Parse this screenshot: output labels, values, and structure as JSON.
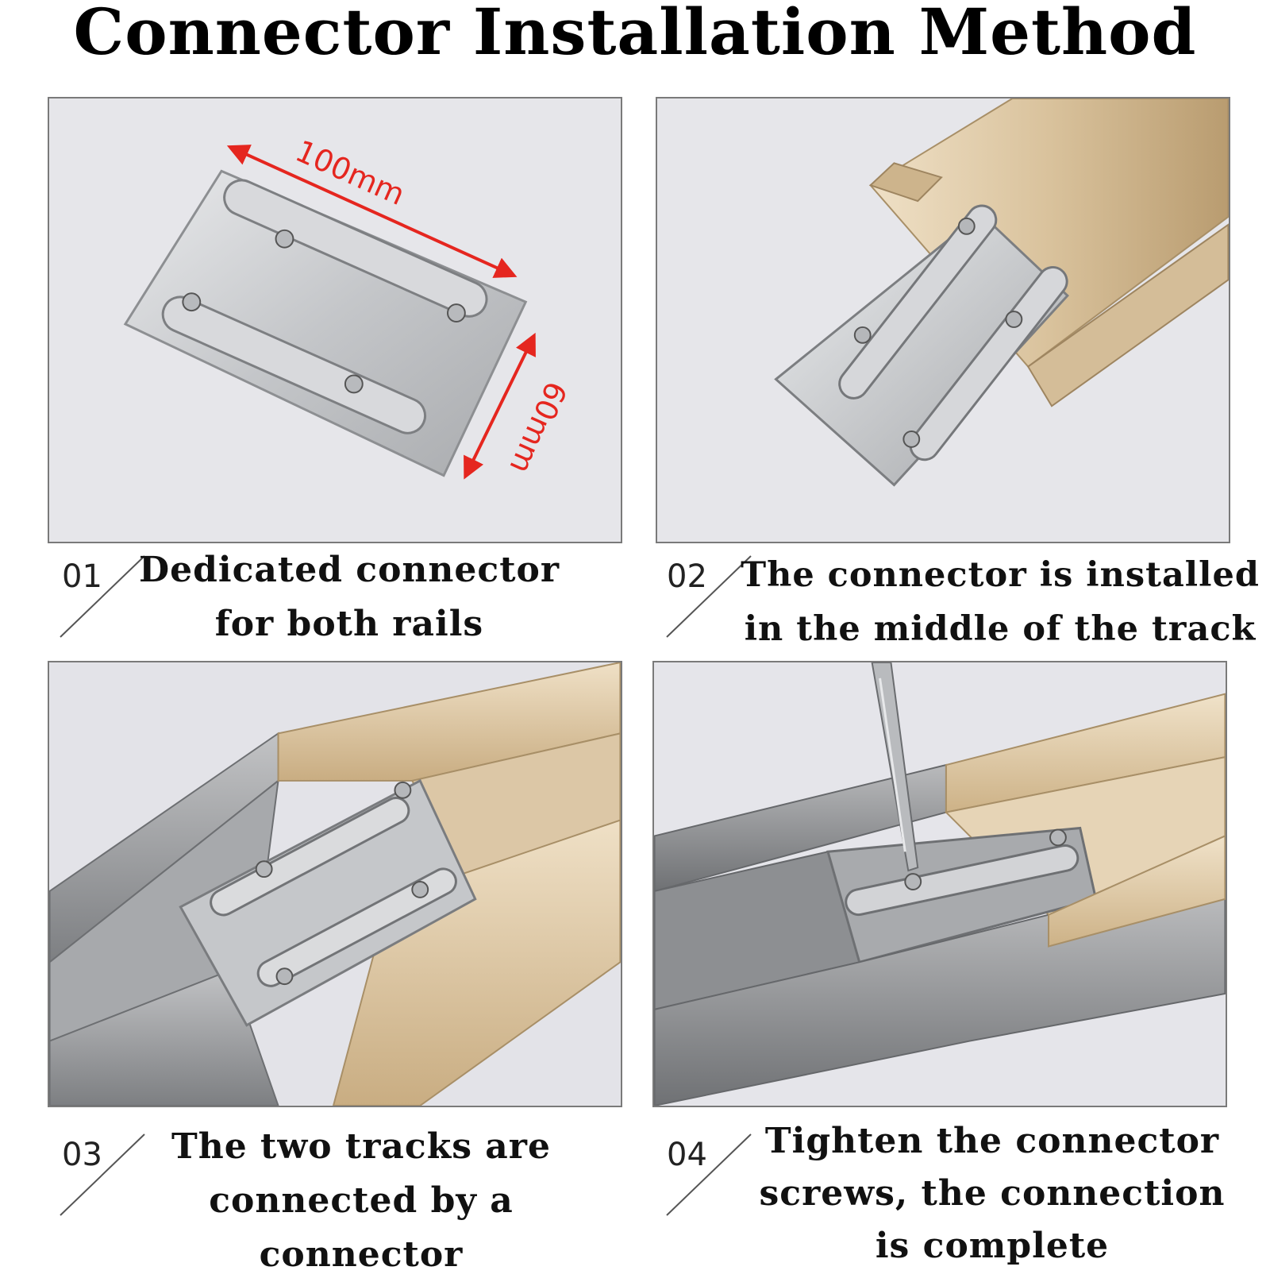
{
  "title": "Connector Installation Method",
  "steps": [
    {
      "number": "01",
      "line1": "Dedicated connector",
      "line2": "for both rails",
      "line3": ""
    },
    {
      "number": "02",
      "line1": "The connector is installed",
      "line2": "in the middle of the track",
      "line3": ""
    },
    {
      "number": "03",
      "line1": "The two tracks are",
      "line2": "connected by a connector",
      "line3": ""
    },
    {
      "number": "04",
      "line1": "Tighten the connector",
      "line2": "screws, the connection",
      "line3": "is complete"
    }
  ],
  "dimensions": {
    "length": "100mm",
    "width": "60mm"
  },
  "colors": {
    "dimension_arrow": "#e5261f",
    "rail_gold": "#dcc7a6",
    "rail_silver": "#9b9b9b",
    "plate": "#c9cbce"
  }
}
